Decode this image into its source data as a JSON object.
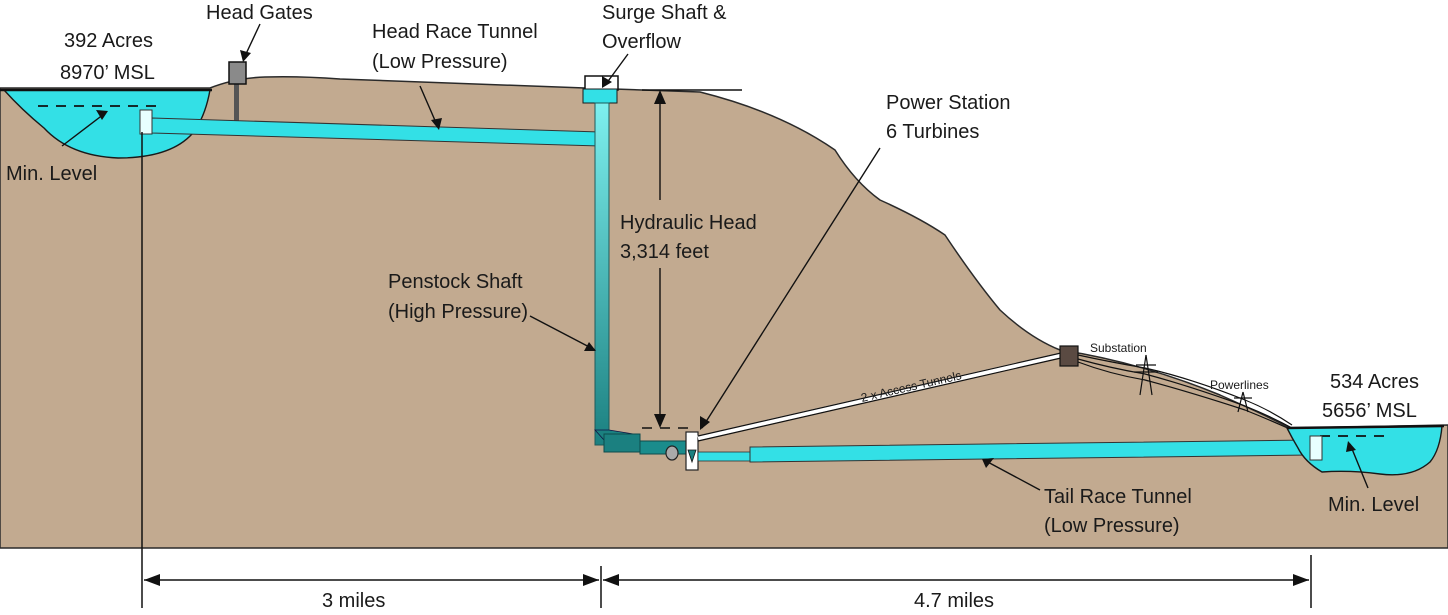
{
  "upper_reservoir": {
    "area": "392 Acres",
    "elevation": "8970’ MSL",
    "min_level": "Min. Level"
  },
  "head_gates": "Head Gates",
  "head_race": {
    "line1": "Head Race Tunnel",
    "line2": "(Low Pressure)"
  },
  "surge_shaft": {
    "line1": "Surge Shaft &",
    "line2": "Overflow"
  },
  "power_station": {
    "line1": "Power Station",
    "line2": "6 Turbines"
  },
  "hydraulic_head": {
    "line1": "Hydraulic Head",
    "line2": "3,314 feet"
  },
  "penstock": {
    "line1": "Penstock Shaft",
    "line2": "(High Pressure)"
  },
  "substation": "Substation",
  "powerlines": "Powerlines",
  "access_tunnels": "2 x Access Tunnels",
  "lower_reservoir": {
    "area": "534 Acres",
    "elevation": "5656’ MSL",
    "min_level": "Min. Level"
  },
  "tail_race": {
    "line1": "Tail Race Tunnel",
    "line2": "(Low Pressure)"
  },
  "distances": {
    "left": "3 miles",
    "right": "4.7 miles"
  },
  "colors": {
    "ground": "#c2aa90",
    "water": "#33e0e6",
    "dark_water": "#1b8a8a",
    "structure": "#5a4a42"
  }
}
